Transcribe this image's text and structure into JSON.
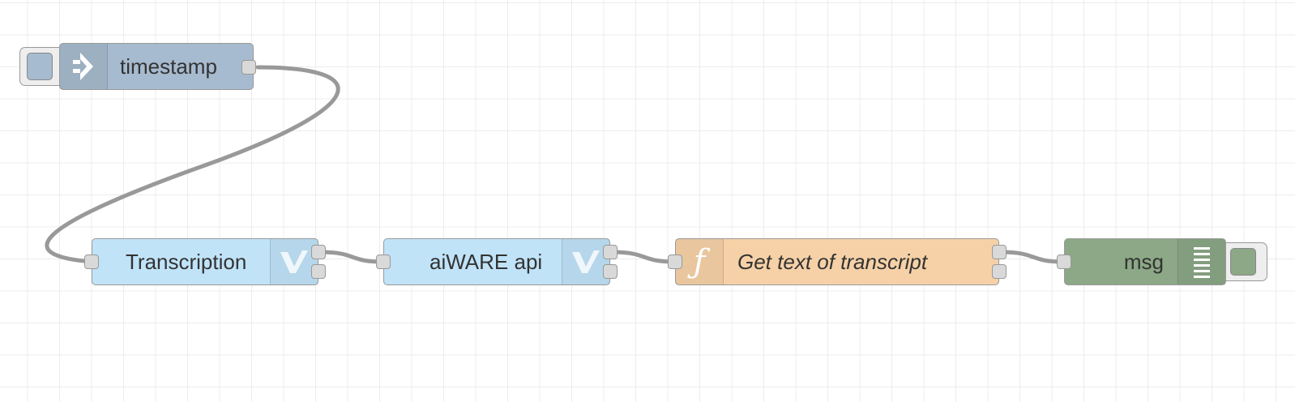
{
  "canvas": {
    "grid_color": "#ececec",
    "wire_color": "#999999"
  },
  "nodes": {
    "timestamp": {
      "label": "timestamp",
      "icon": "arrow-in-icon",
      "color": "#a6bbcf",
      "has_input": false,
      "outputs": 1
    },
    "transcription": {
      "label": "Transcription",
      "icon": "veritone-v-icon",
      "color": "#c0e3f8",
      "inputs": 1,
      "outputs": 2
    },
    "aiware": {
      "label": "aiWARE api",
      "icon": "veritone-v-icon",
      "color": "#c0e3f8",
      "inputs": 1,
      "outputs": 2
    },
    "function": {
      "label": "Get text of transcript",
      "icon": "function-icon",
      "color": "#f6d1a7",
      "inputs": 1,
      "outputs": 2
    },
    "debug": {
      "label": "msg",
      "icon": "debug-list-icon",
      "color": "#8ca886",
      "inputs": 1,
      "outputs": 0
    }
  },
  "connections": [
    [
      "timestamp",
      "transcription"
    ],
    [
      "transcription",
      "aiware"
    ],
    [
      "aiware",
      "function"
    ],
    [
      "function",
      "debug"
    ]
  ]
}
